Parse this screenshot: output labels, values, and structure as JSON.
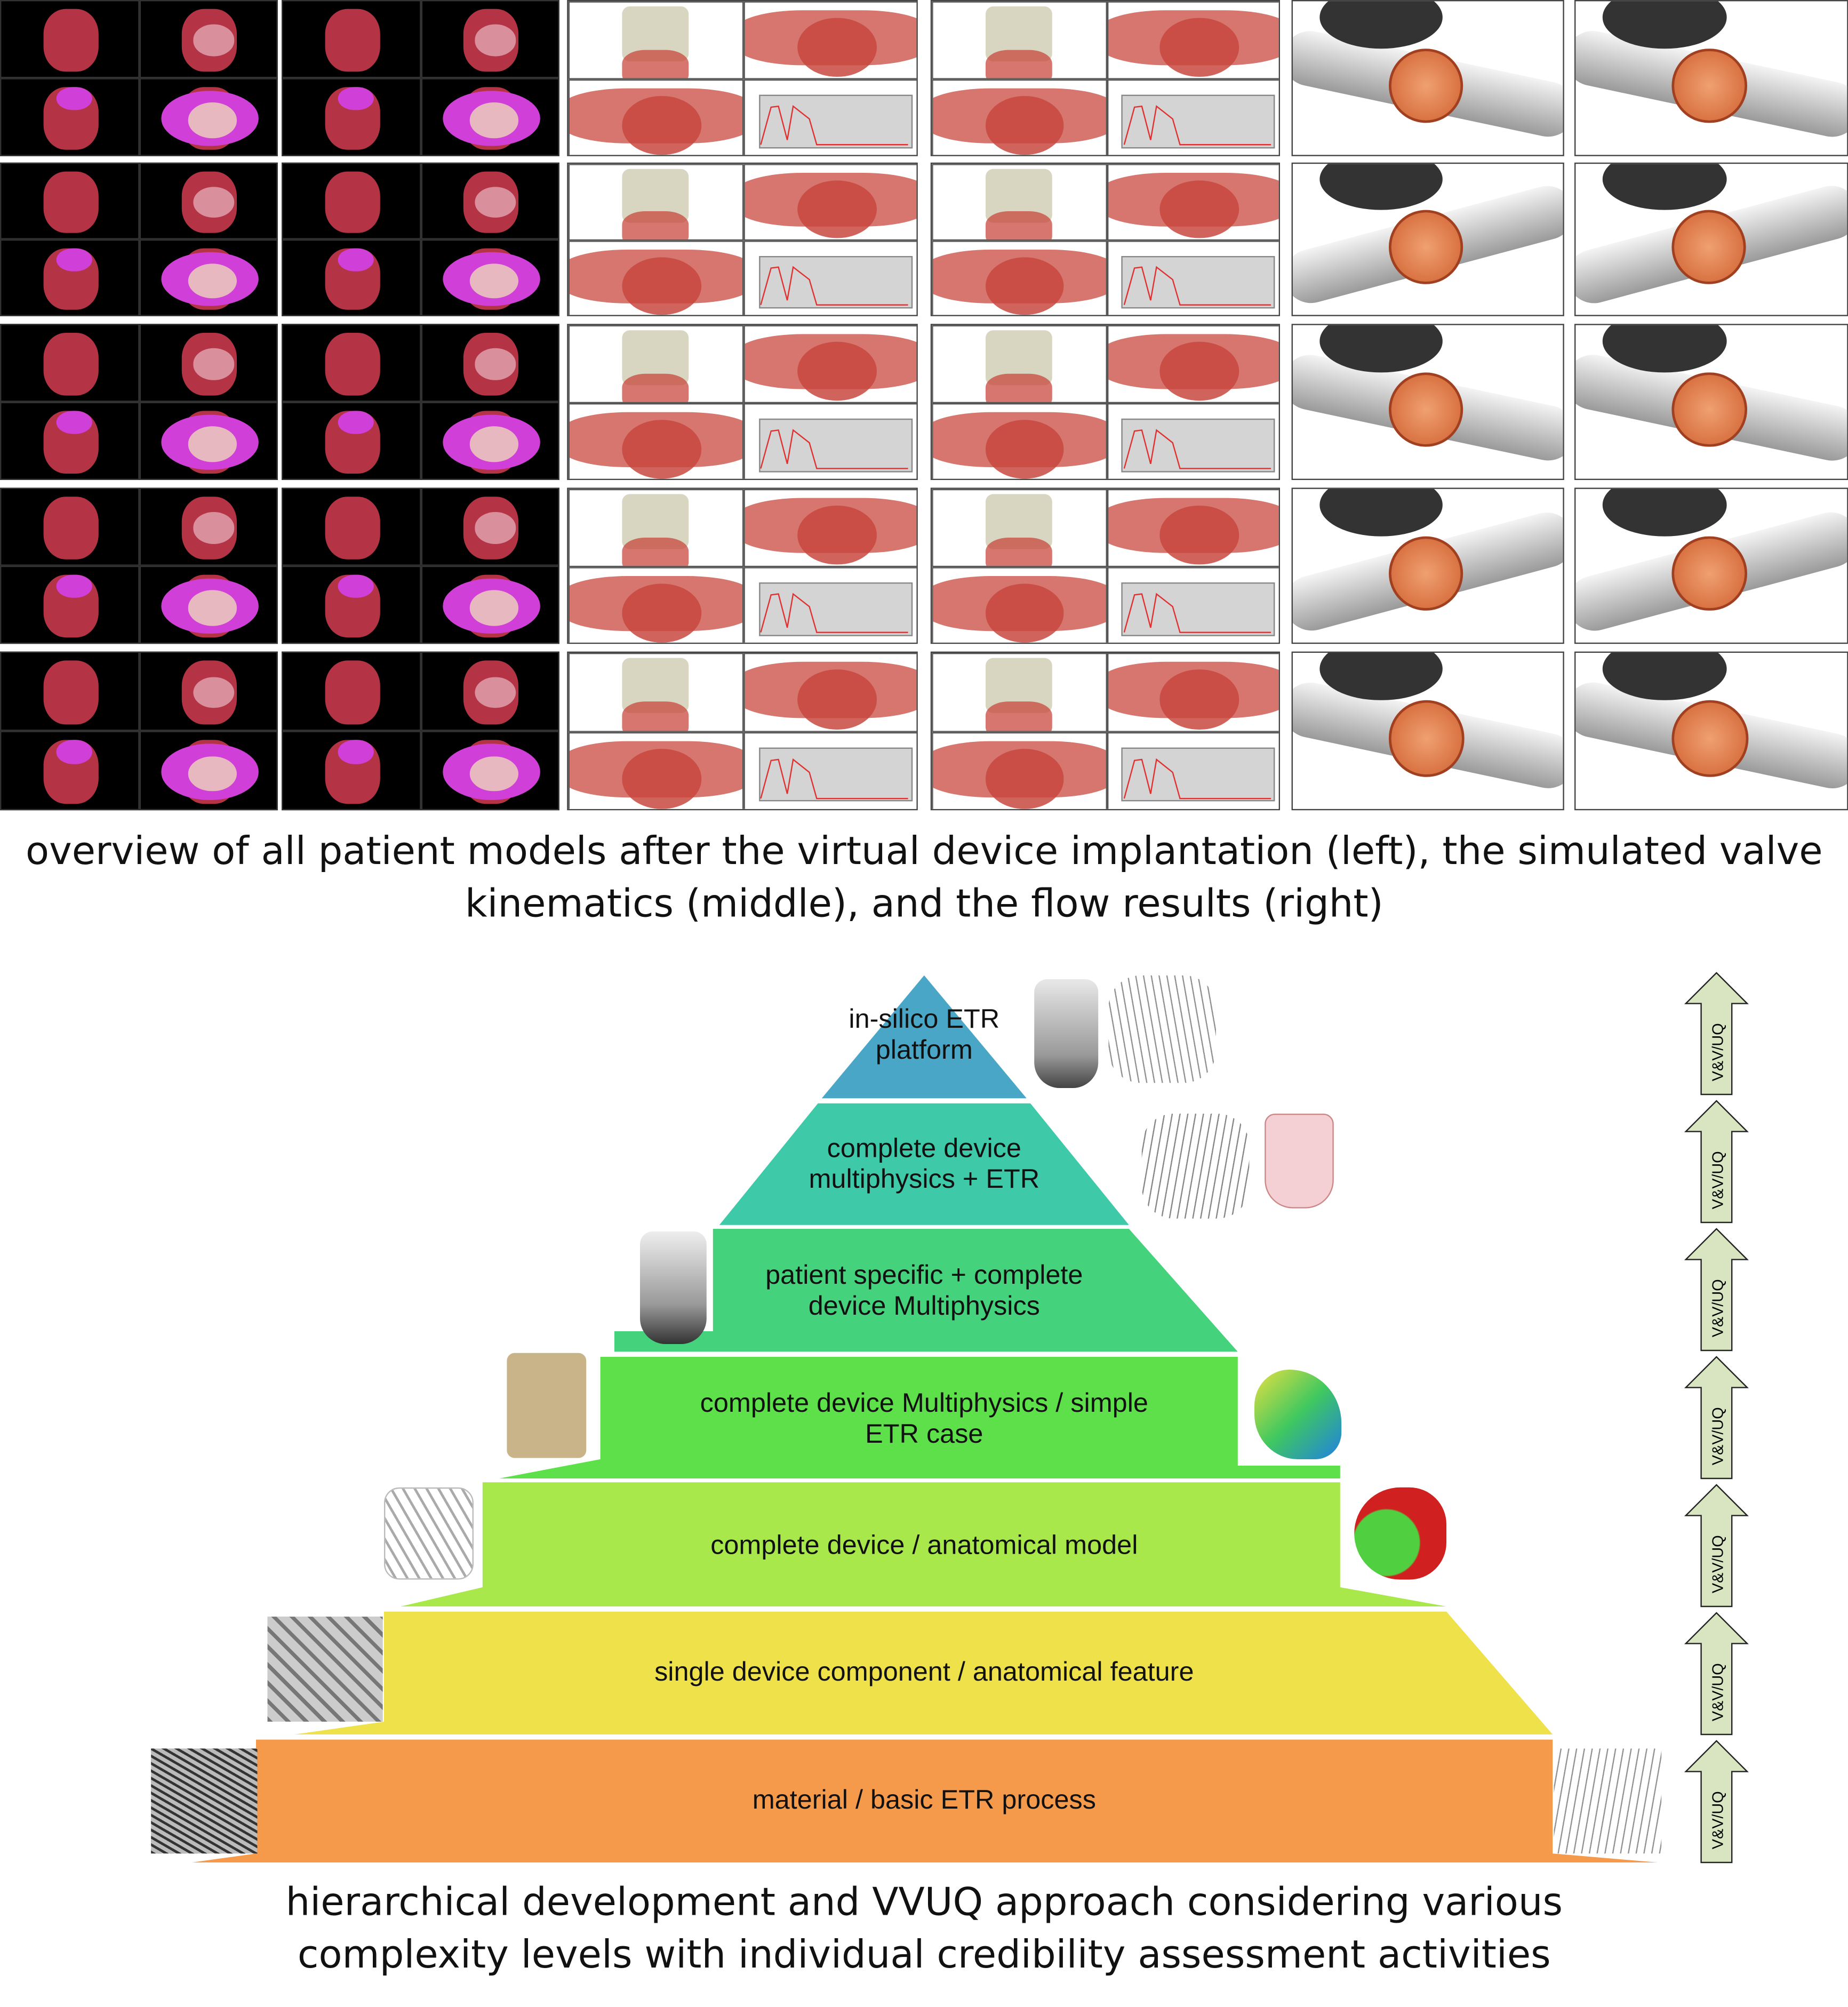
{
  "top_figure": {
    "rows": 5,
    "groups": [
      "implantation-view-a",
      "implantation-view-b",
      "kinematics-view-a",
      "kinematics-view-b",
      "flow-view-a",
      "flow-view-b"
    ],
    "caption_line1": "overview of all patient models after the virtual device implantation (left), the simulated valve",
    "caption_line2": "kinematics (middle), and the flow results (right)"
  },
  "pyramid": {
    "tiers": [
      {
        "label_line1": "in-silico ETR",
        "label_line2": "platform",
        "color": "#4aa6c6"
      },
      {
        "label_line1": "complete device",
        "label_line2": "multiphysics + ETR",
        "color": "#3ec9a9"
      },
      {
        "label_line1": "patient specific + complete",
        "label_line2": "device Multiphysics",
        "color": "#45d27c"
      },
      {
        "label_line1": "complete device Multiphysics / simple",
        "label_line2": "ETR case",
        "color": "#5ee04a"
      },
      {
        "label_line1": "complete device / anatomical model",
        "label_line2": "",
        "color": "#a8e84a"
      },
      {
        "label_line1": "single device component / anatomical feature",
        "label_line2": "",
        "color": "#eee14a"
      },
      {
        "label_line1": "material / basic ETR process",
        "label_line2": "",
        "color": "#f59a4a"
      }
    ],
    "arrow_label": "V&V/UQ",
    "arrow_color": "#d8e5c0",
    "caption_line1": "hierarchical development and VVUQ approach considering various",
    "caption_line2": "complexity levels with individual credibility assessment activities"
  }
}
